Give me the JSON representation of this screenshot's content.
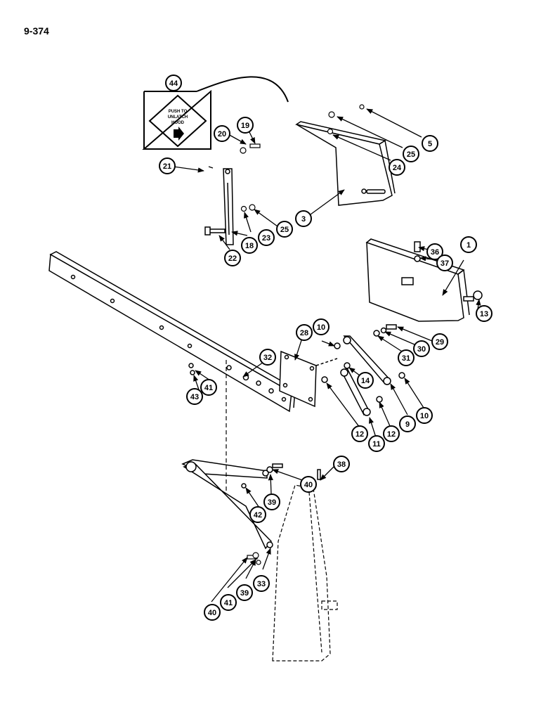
{
  "page": {
    "number": "9-374"
  },
  "decal": {
    "line1": "PUSH TO",
    "line2": "UNLATCH",
    "line3": "HOOD"
  },
  "callouts": {
    "c44": "44",
    "c5": "5",
    "c25a": "25",
    "c24": "24",
    "c19": "19",
    "c20": "20",
    "c21": "21",
    "c3": "3",
    "c25b": "25",
    "c23": "23",
    "c18": "18",
    "c22": "22",
    "c1": "1",
    "c36": "36",
    "c37": "37",
    "c13": "13",
    "c28": "28",
    "c10a": "10",
    "c29": "29",
    "c30": "30",
    "c31": "31",
    "c32": "32",
    "c14": "14",
    "c41a": "41",
    "c43": "43",
    "c10b": "10",
    "c9": "9",
    "c12a": "12",
    "c11": "11",
    "c12b": "12",
    "c38": "38",
    "c40a": "40",
    "c39a": "39",
    "c42": "42",
    "c33": "33",
    "c39b": "39",
    "c41b": "41",
    "c40b": "40"
  }
}
